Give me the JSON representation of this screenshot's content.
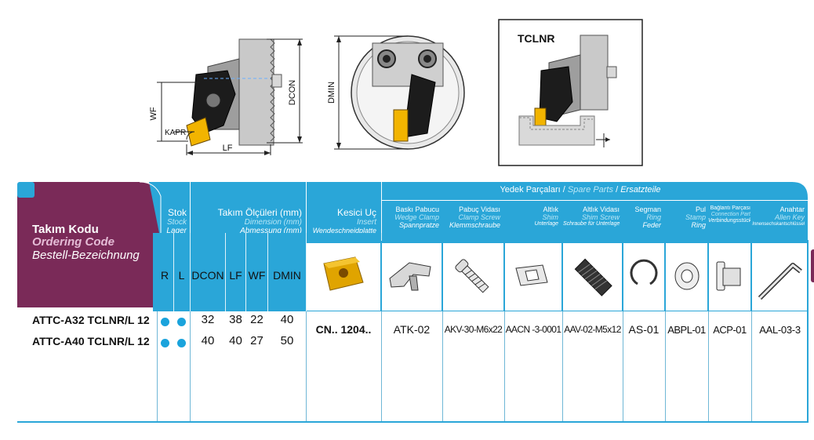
{
  "diagram": {
    "labels": {
      "dcon": "DCON",
      "wf": "WF",
      "kapr": "KAPR",
      "lf": "LF",
      "dmin": "DMIN",
      "model": "TCLNR"
    }
  },
  "table": {
    "ordering": {
      "tr": "Takım Kodu",
      "en": "Ordering Code",
      "de": "Bestell-Bezeichnung"
    },
    "stock": {
      "tr": "Stok",
      "en": "Stock",
      "de": "Lager",
      "r": "R",
      "l": "L"
    },
    "dimensions": {
      "tr": "Takım Ölçüleri (mm)",
      "en": "Dimension (mm)",
      "de": "Abmessung (mm)",
      "columns": [
        "DCON",
        "LF",
        "WF",
        "DMIN"
      ]
    },
    "insert": {
      "tr": "Kesici Uç",
      "en": "Insert",
      "de": "Wendeschneidplatte"
    },
    "spare_parts": {
      "tr": "Yedek Parçaları",
      "en": "Spare Parts",
      "de": "Ersatzteile",
      "sep": "/"
    },
    "parts": [
      {
        "tr": "Baskı Pabucu",
        "en": "Wedge Clamp",
        "de": "Spannpratze",
        "icon": "wedge-clamp-icon"
      },
      {
        "tr": "Pabuç Vidası",
        "en": "Clamp Screw",
        "de": "Klemmschraube",
        "icon": "clamp-screw-icon"
      },
      {
        "tr": "Altlık",
        "en": "Shim",
        "de": "Unterlage",
        "icon": "shim-icon"
      },
      {
        "tr": "Altlık Vidası",
        "en": "Shim Screw",
        "de": "Schraube für Unterlage",
        "icon": "shim-screw-icon"
      },
      {
        "tr": "Segman",
        "en": "Ring",
        "de": "Feder",
        "icon": "snap-ring-icon"
      },
      {
        "tr": "Pul",
        "en": "Stamp",
        "de": "Ring",
        "icon": "washer-icon"
      },
      {
        "tr": "Bağlantı Parçası",
        "en": "Connection Part",
        "de": "Verbindungsstück",
        "icon": "connection-part-icon"
      },
      {
        "tr": "Anahtar",
        "en": "Allen Key",
        "de": "Innensechskantschlüssel",
        "icon": "allen-key-icon"
      }
    ],
    "rows": [
      {
        "code": "ATTC-A32 TCLNR/L 12",
        "dcon": "32",
        "lf": "38",
        "wf": "22",
        "dmin": "40"
      },
      {
        "code": "ATTC-A40 TCLNR/L 12",
        "dcon": "40",
        "lf": "40",
        "wf": "27",
        "dmin": "50"
      }
    ],
    "insert_value": "CN.. 1204..",
    "part_values": [
      "ATK-02",
      "AKV-30-M6x22",
      "AACN -3-0001",
      "AAV-02-M5x12",
      "AS-01",
      "ABPL-01",
      "ACP-01",
      "AAL-03-3"
    ],
    "colors": {
      "header_blue": "#2aa6d8",
      "ordering_purple": "#7a2a58",
      "stock_dot": "#1aa3dc"
    }
  }
}
